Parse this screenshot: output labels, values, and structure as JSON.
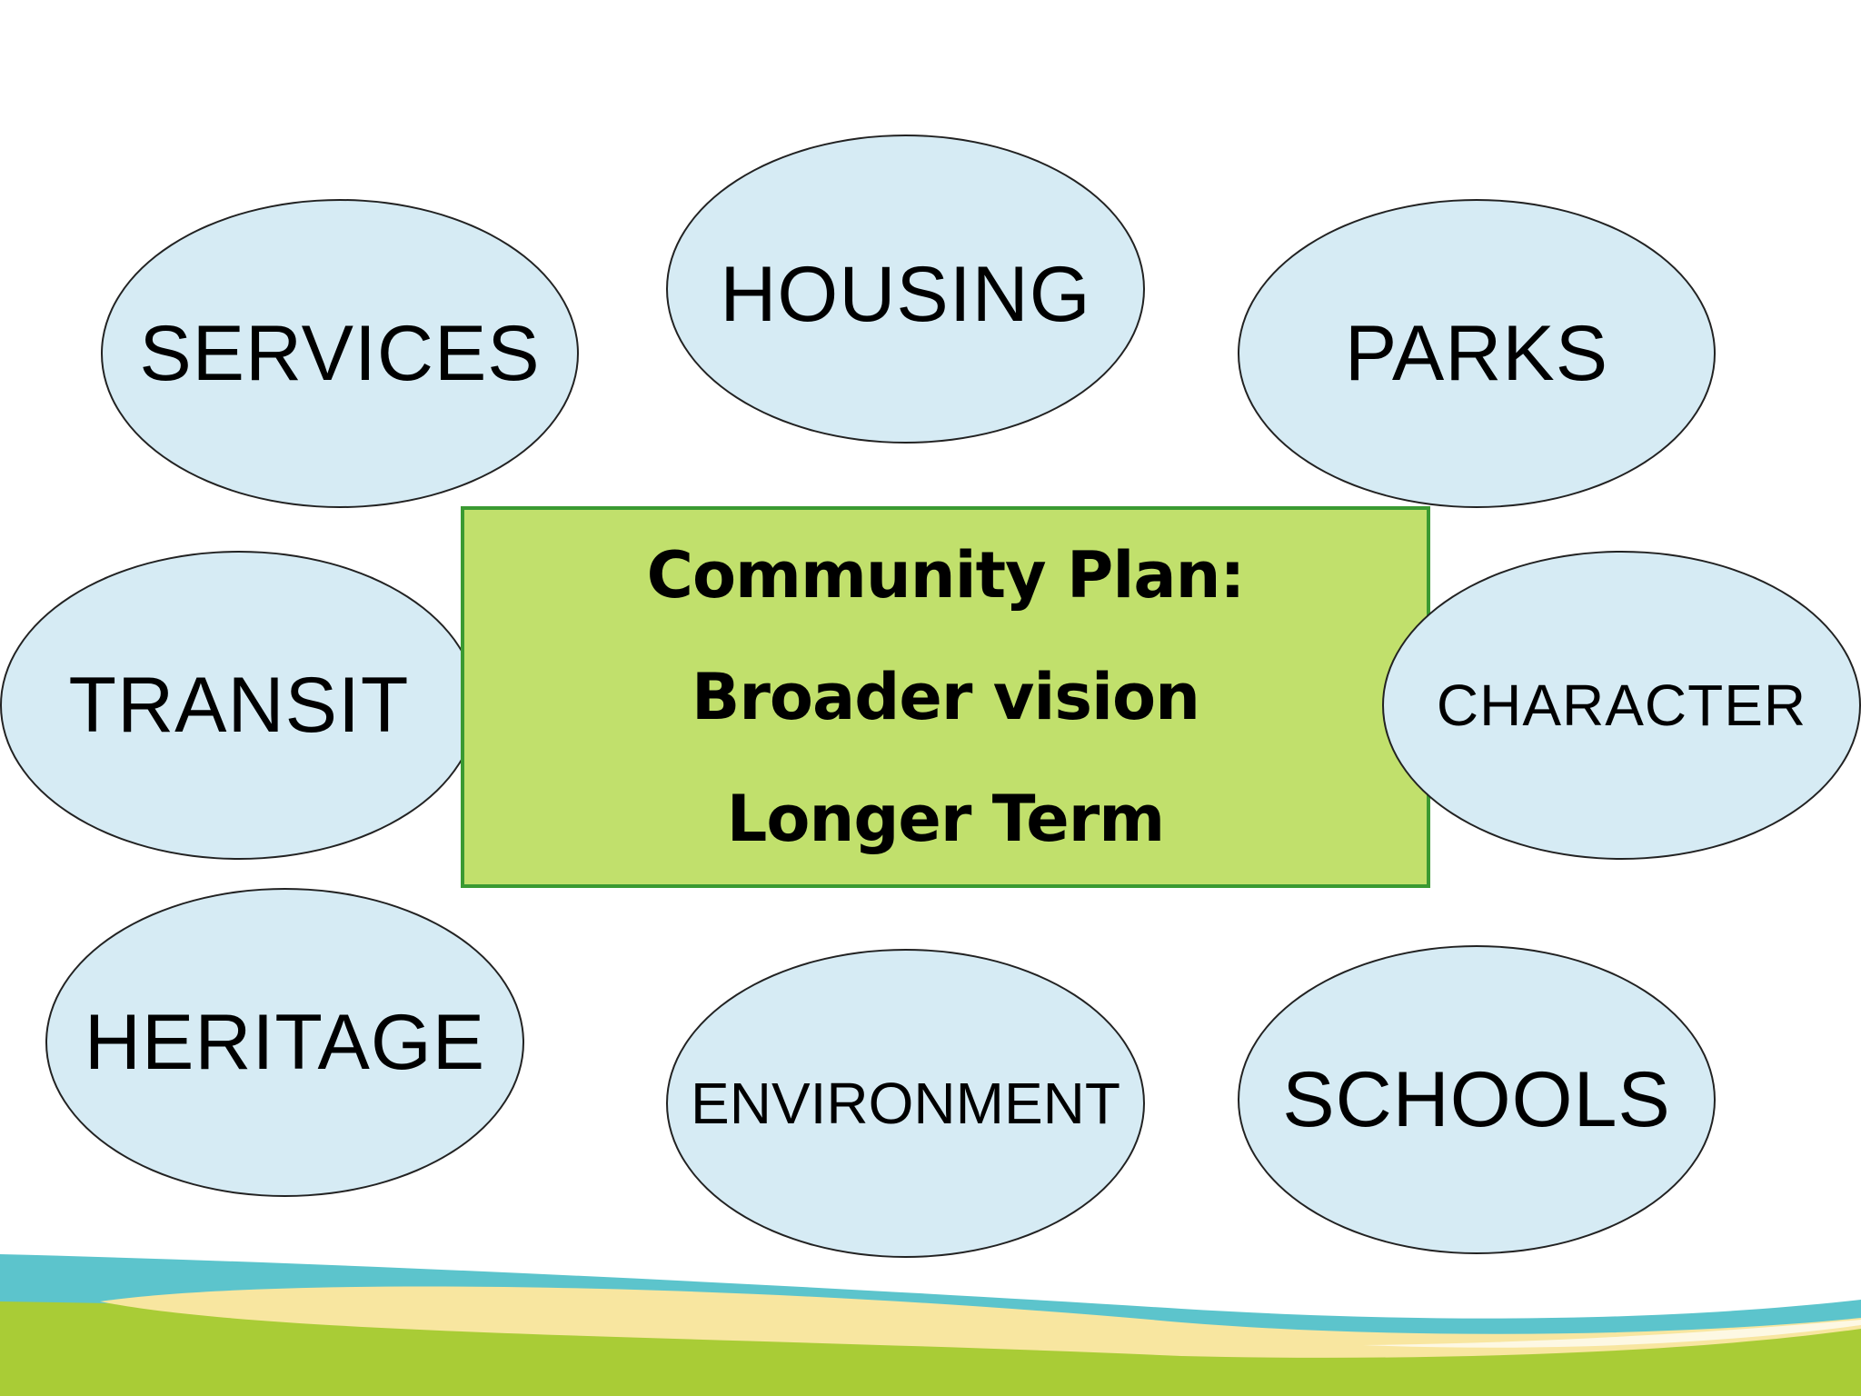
{
  "center": {
    "line1": "Community Plan:",
    "line2": "Broader vision",
    "line3": "Longer Term"
  },
  "topics": {
    "services": "SERVICES",
    "housing": "HOUSING",
    "parks": "PARKS",
    "transit": "TRANSIT",
    "character": "CHARACTER",
    "heritage": "HERITAGE",
    "environment": "ENVIRONMENT",
    "schools": "SCHOOLS"
  },
  "colors": {
    "bubble_fill": "#d6ebf4",
    "bubble_stroke": "#222222",
    "center_fill": "#c1e06c",
    "center_border": "#3a9a32",
    "wave_teal": "#5cc4cc",
    "wave_sand": "#f8e6a0",
    "wave_green": "#a9cc36"
  }
}
